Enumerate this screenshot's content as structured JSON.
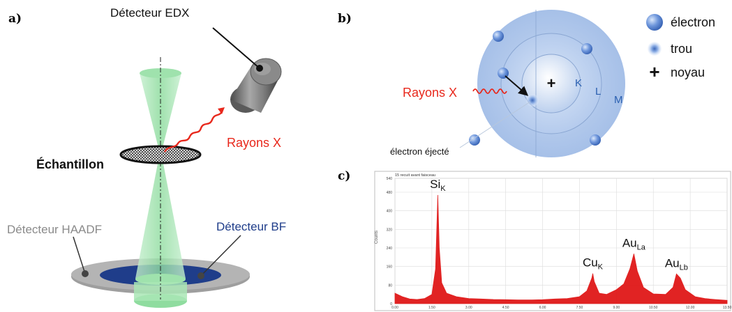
{
  "panels": {
    "a": {
      "letter": "a)",
      "edx_detector": "Détecteur EDX",
      "xrays": "Rayons X",
      "sample": "Échantillon",
      "haadf_detector": "Détecteur HAADF",
      "bf_detector": "Détecteur BF"
    },
    "b": {
      "letter": "b)",
      "xrays": "Rayons X",
      "nucleus_symbol": "+",
      "shell_k": "K",
      "shell_l": "L",
      "shell_m": "M",
      "ejected_electron": "électron éjecté",
      "legend": {
        "electron": "électron",
        "hole": "trou",
        "nucleus": "noyau",
        "nucleus_symbol": "+"
      }
    },
    "c": {
      "letter": "c)",
      "header": "15 recuit avant faisceau"
    }
  },
  "colors": {
    "beam_green": "#9fe2ad",
    "xray_red": "#e8281c",
    "spectrum_red": "#e01818",
    "bf_blue": "#1f3d8a",
    "haadf_grey": "#a0a0a0",
    "atom_blue": "#b9cfee",
    "shell_label": "#2a5fb0"
  },
  "chart_data": {
    "type": "line",
    "title": "",
    "xlabel": "",
    "ylabel": "Counts",
    "xlim": [
      0,
      13.5
    ],
    "ylim": [
      0,
      540
    ],
    "x_ticks": [
      "0.00",
      "1.50",
      "3.00",
      "4.50",
      "6.00",
      "7.50",
      "9.00",
      "10.50",
      "12.00",
      "13.50"
    ],
    "y_ticks": [
      "0",
      "80",
      "160",
      "240",
      "320",
      "400",
      "480",
      "540"
    ],
    "grid": true,
    "series": [
      {
        "color": "#e01818",
        "x": [
          0.0,
          0.3,
          0.6,
          0.9,
          1.2,
          1.5,
          1.65,
          1.74,
          1.8,
          1.9,
          2.1,
          2.5,
          3.0,
          3.5,
          4.0,
          4.5,
          5.0,
          5.5,
          6.0,
          6.5,
          7.0,
          7.5,
          7.8,
          8.0,
          8.04,
          8.1,
          8.3,
          8.6,
          9.0,
          9.3,
          9.55,
          9.71,
          9.85,
          10.1,
          10.5,
          11.0,
          11.3,
          11.44,
          11.6,
          11.8,
          12.2,
          12.6,
          13.0,
          13.5
        ],
        "y": [
          45,
          30,
          20,
          18,
          22,
          40,
          150,
          468,
          240,
          90,
          45,
          30,
          22,
          20,
          18,
          17,
          16,
          16,
          17,
          20,
          22,
          30,
          55,
          110,
          130,
          95,
          45,
          40,
          60,
          85,
          150,
          215,
          140,
          70,
          42,
          40,
          70,
          128,
          110,
          60,
          30,
          22,
          18,
          14
        ]
      }
    ],
    "peak_labels": [
      {
        "text": "Si",
        "sub": "K",
        "x": 1.74
      },
      {
        "text": "Cu",
        "sub": "K",
        "x": 8.04
      },
      {
        "text": "Au",
        "sub": "La",
        "x": 9.71
      },
      {
        "text": "Au",
        "sub": "Lb",
        "x": 11.44
      }
    ]
  }
}
